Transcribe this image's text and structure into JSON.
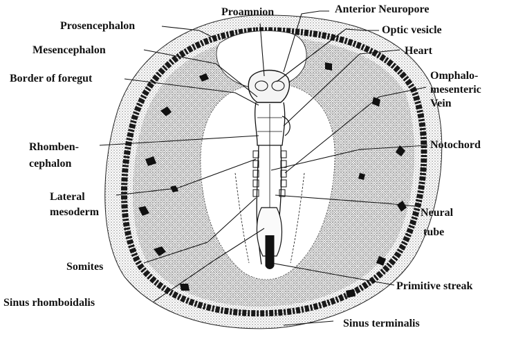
{
  "figure": {
    "labels": {
      "proamnion": "Proamnion",
      "anterior_neuropore": "Anterior Neuropore",
      "prosencephalon": "Prosencephalon",
      "optic_vesicle": "Optic vesicle",
      "mesencephalon": "Mesencephalon",
      "heart": "Heart",
      "border_of_foregut": "Border of foregut",
      "omphalo_1": "Omphalo-",
      "omphalo_2": "mesenteric",
      "omphalo_3": "Vein",
      "rhomben_1": "Rhomben-",
      "rhomben_2": "cephalon",
      "notochord": "Notochord",
      "lateral_1": "Lateral",
      "lateral_2": "mesoderm",
      "neural_1": "Neural",
      "neural_2": "tube",
      "somites": "Somites",
      "primitive_streak": "Primitive streak",
      "sinus_rhomboidalis": "Sinus rhomboidalis",
      "sinus_terminalis": "Sinus terminalis"
    },
    "colors": {
      "ink": "#111111",
      "paper": "#ffffff"
    }
  }
}
